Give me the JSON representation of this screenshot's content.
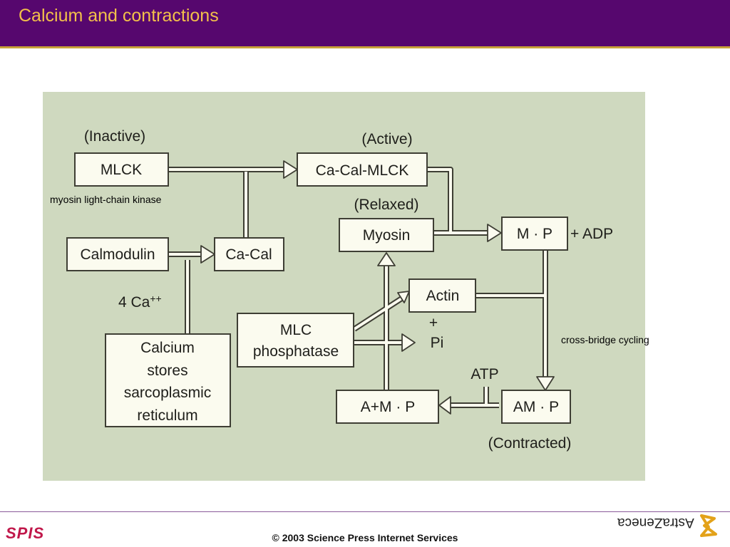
{
  "slide": {
    "title": "Calcium and contractions"
  },
  "diagram": {
    "inactive_label": "(Inactive)",
    "active_label": "(Active)",
    "relaxed_label": "(Relaxed)",
    "contracted_label": "(Contracted)",
    "mlck": "MLCK",
    "ca_cal_mlck": "Ca-Cal-MLCK",
    "myosin": "Myosin",
    "mp": "M · P",
    "plus_adp": "+ ADP",
    "calmodulin": "Calmodulin",
    "ca_cal": "Ca-Cal",
    "ca_label": "4 Ca",
    "ca_sup": "++",
    "actin": "Actin",
    "plus": "+",
    "pi": "Pi",
    "mlc_line1": "MLC",
    "mlc_line2": "phosphatase",
    "stores_line1": "Calcium",
    "stores_line2": "stores",
    "stores_line3": "sarcoplasmic",
    "stores_line4": "reticulum",
    "atp": "ATP",
    "amp": "A+M · P",
    "am_p": "AM · P"
  },
  "annotations": {
    "mlck_note": "myosin light-chain kinase",
    "cycling_note": "cross-bridge cycling"
  },
  "footer": {
    "logo_left": "SPIS",
    "copyright": "© 2003 Science Press Internet Services",
    "logo_right": "AstraZeneca"
  },
  "colors": {
    "title_bar": "#56076e",
    "title_text": "#f2c04a",
    "panel": "#cfd9bf",
    "box_fill": "#fbfbef",
    "spis_red": "#c0174a"
  }
}
